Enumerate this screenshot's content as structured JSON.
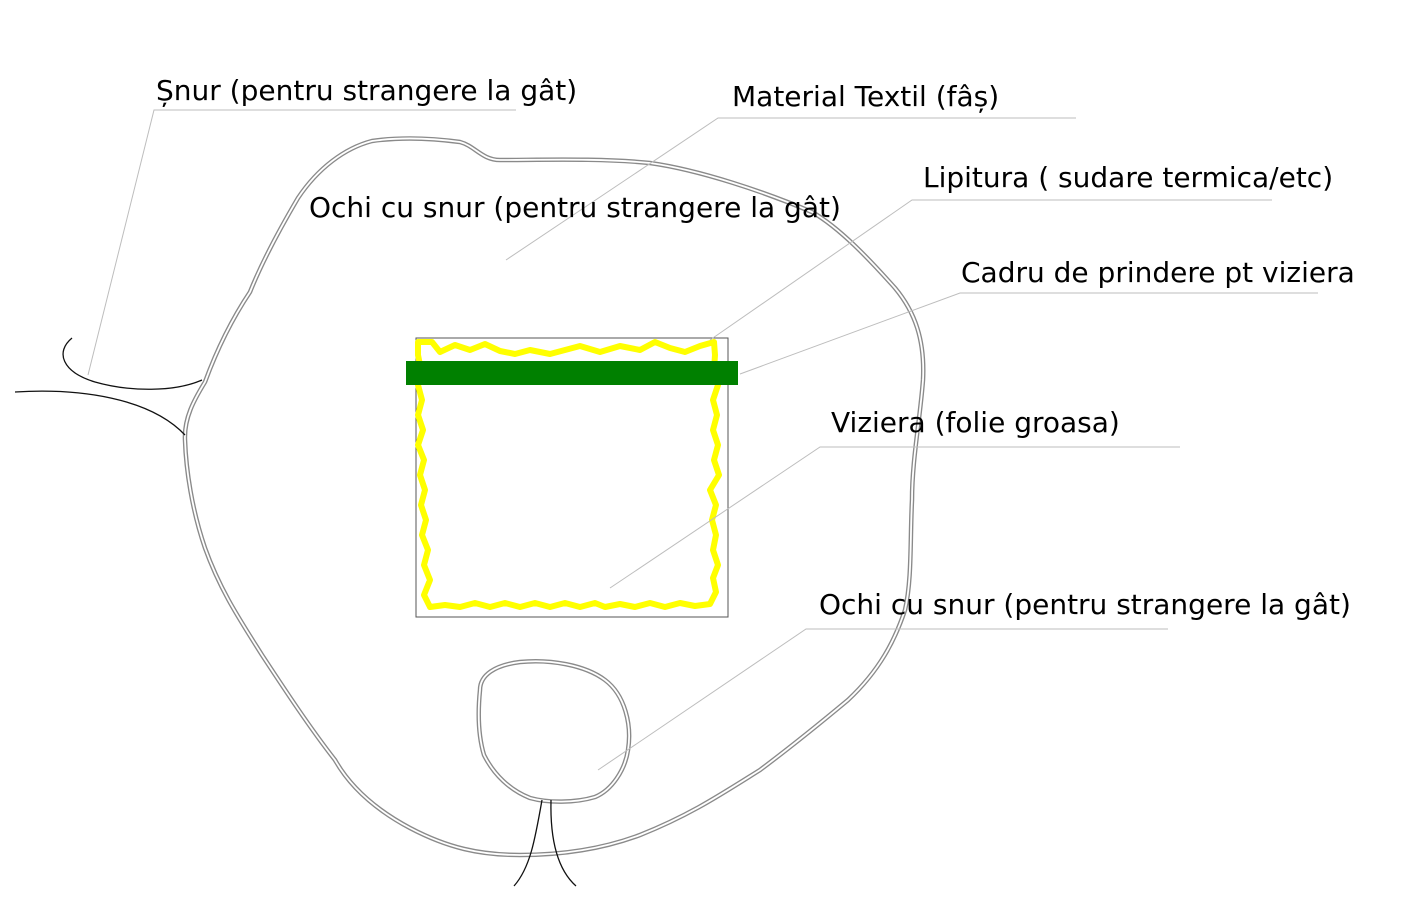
{
  "colors": {
    "background": "#ffffff",
    "outline": "#8a8a8a",
    "weld": "#ffff00",
    "frame_bar": "#008000",
    "visor_border": "#555555",
    "leader_line": "#bdbdbd",
    "text": "#000000"
  },
  "labels": {
    "snur": "Șnur (pentru strangere la gât)",
    "material": "Material Textil (fâș)",
    "lipitura": "Lipitura ( sudare termica/etc)",
    "ochi_top": "Ochi cu snur (pentru strangere la gât)",
    "cadru": "Cadru de prindere pt viziera",
    "viziera": "Viziera (folie groasa)",
    "ochi_bottom": "Ochi cu snur (pentru strangere la gât)"
  }
}
